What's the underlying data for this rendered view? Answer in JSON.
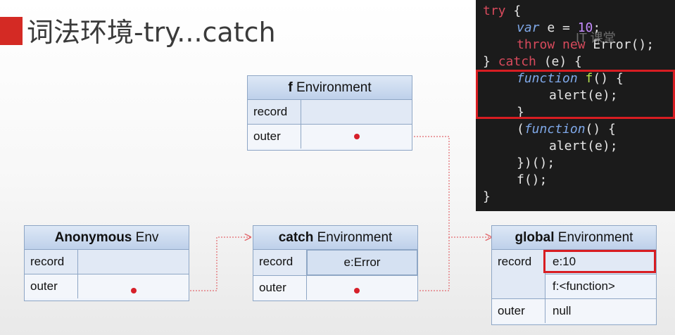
{
  "title": "词法环境-try...catch",
  "envs": {
    "f": {
      "name_bold": "f",
      "name_rest": " Environment",
      "record_label": "record",
      "record_value": "",
      "outer_label": "outer"
    },
    "anon": {
      "name_bold": "Anonymous",
      "name_rest": " Env",
      "record_label": "record",
      "record_value": "",
      "outer_label": "outer"
    },
    "catch": {
      "name_bold": "catch",
      "name_rest": " Environment",
      "record_label": "record",
      "record_value": "e:Error",
      "outer_label": "outer"
    },
    "global": {
      "name_bold": "global",
      "name_rest": " Environment",
      "record_label": "record",
      "record_value_1": "e:10",
      "record_value_2": "f:<function>",
      "outer_label": "outer",
      "outer_value": "null"
    }
  },
  "code": {
    "l1_kw": "try",
    "l1_rest": " {",
    "l2_var": "var",
    "l2_mid": " e = ",
    "l2_num": "10",
    "l2_end": ";",
    "l3_throw": "throw",
    "l3_new": "new",
    "l3_rest": " Error();",
    "l4_open": "} ",
    "l4_catch": "catch",
    "l4_rest": " (e) {",
    "l5_function": "function",
    "l5_name": "f",
    "l5_rest": "() {",
    "l6": "alert(e);",
    "l7": "}",
    "l8_open": "(",
    "l8_function": "function",
    "l8_rest": "() {",
    "l9": "alert(e);",
    "l10": "})();",
    "l11": "f();",
    "l12": "}"
  },
  "watermark": "IT 课堂"
}
